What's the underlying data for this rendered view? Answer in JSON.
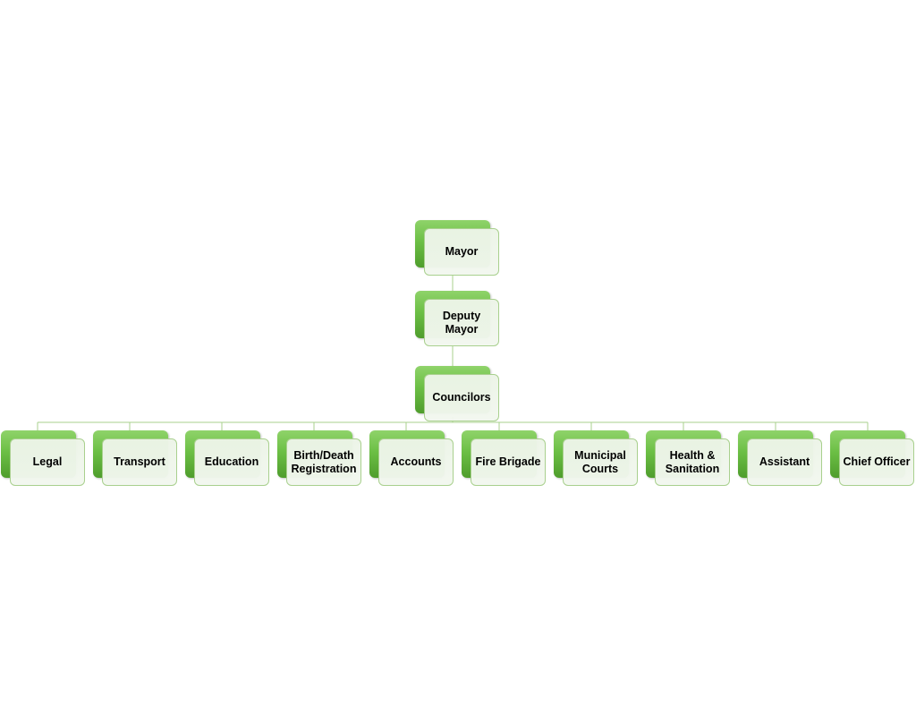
{
  "diagram": {
    "accent_color": "#70bf4a",
    "connector_color": "#a9d08e",
    "nodes": {
      "mayor": "Mayor",
      "deputy_mayor": "Deputy\nMayor",
      "councilors": "Councilors",
      "legal": "Legal",
      "transport": "Transport",
      "education": "Education",
      "birth_death": "Birth/Death\nRegistration",
      "accounts": "Accounts",
      "fire_brigade": "Fire Brigade",
      "municipal_courts": "Municipal\nCourts",
      "health_sanitation": "Health &\nSanitation",
      "assistant": "Assistant",
      "chief_officer": "Chief Officer"
    },
    "edges": [
      [
        "mayor",
        "deputy_mayor"
      ],
      [
        "deputy_mayor",
        "councilors"
      ],
      [
        "councilors",
        "legal"
      ],
      [
        "councilors",
        "transport"
      ],
      [
        "councilors",
        "education"
      ],
      [
        "councilors",
        "birth_death"
      ],
      [
        "councilors",
        "accounts"
      ],
      [
        "councilors",
        "fire_brigade"
      ],
      [
        "councilors",
        "municipal_courts"
      ],
      [
        "councilors",
        "health_sanitation"
      ],
      [
        "councilors",
        "assistant"
      ],
      [
        "councilors",
        "chief_officer"
      ]
    ]
  }
}
